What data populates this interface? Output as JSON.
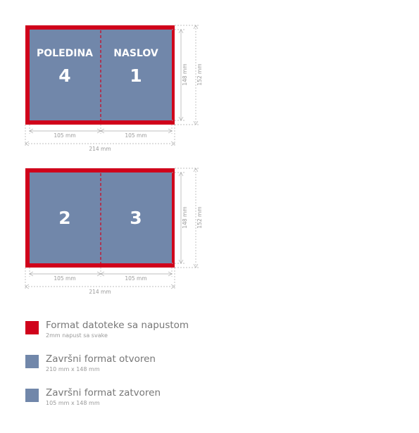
{
  "colors": {
    "bleed": "#d0021b",
    "final": "#7187aa",
    "dim": "#aaaaaa",
    "fold": "#d0021b"
  },
  "spread1": {
    "left_title": "POLEDINA",
    "left_number": "4",
    "right_title": "NASLOV",
    "right_number": "1",
    "dim_left": "105 mm",
    "dim_right": "105 mm",
    "dim_total": "214 mm",
    "dim_height_inner": "148 mm",
    "dim_height_outer": "152 mm"
  },
  "spread2": {
    "left_number": "2",
    "right_number": "3",
    "dim_left": "105 mm",
    "dim_right": "105 mm",
    "dim_total": "214 mm",
    "dim_height_inner": "148 mm",
    "dim_height_outer": "152 mm"
  },
  "legend": [
    {
      "title": "Format datoteke sa napustom",
      "sub": "2mm napust sa svake",
      "color": "#d0021b"
    },
    {
      "title": "Završni format otvoren",
      "sub": "210 mm x 148 mm",
      "color": "#7187aa"
    },
    {
      "title": "Završni format zatvoren",
      "sub": "105 mm x 148 mm",
      "color": "#7187aa"
    }
  ]
}
